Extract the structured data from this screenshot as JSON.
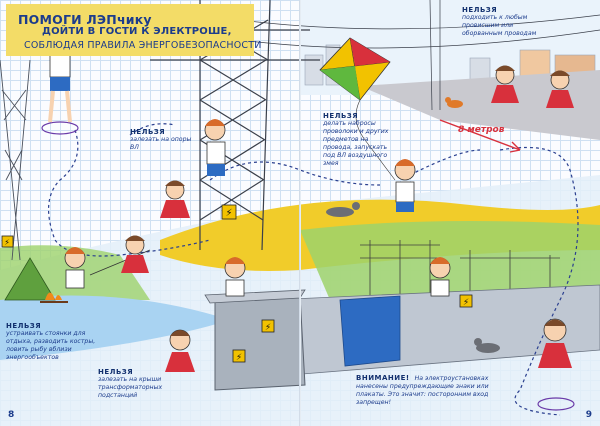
{
  "title": {
    "line1": "ПОМОГИ ЛЭПчику",
    "line2": "ДОЙТИ В ГОСТИ К ЭЛЕКТРОШЕ,",
    "line3": "СОБЛЮДАЯ ПРАВИЛА ЭНЕРГОБЕЗОПАСНОСТИ"
  },
  "notes": {
    "tower": {
      "head": "НЕЛЬЗЯ",
      "body": "залезать на опоры ВЛ"
    },
    "kite": {
      "head": "НЕЛЬЗЯ",
      "body": "делать набросы проволоки и других предметов на провода, запускать под ВЛ воздушного змея"
    },
    "wires": {
      "head": "НЕЛЬЗЯ",
      "body": "подходить к любым провисшим или оборванным проводам"
    },
    "camp": {
      "head": "НЕЛЬЗЯ",
      "body": "устраивать стоянки для отдыха, разводить костры, ловить рыбу вблизи энергообъектов"
    },
    "roofs": {
      "head": "НЕЛЬЗЯ",
      "body": "залезать на крыши трансформаторных подстанций"
    },
    "warning": {
      "head": "ВНИМАНИЕ!",
      "body": "На электроустановках нанесены предупреждающие знаки или плакаты. Это значит: посторонним вход запрещен!"
    }
  },
  "distance_label": "8 метров",
  "page_numbers": {
    "left": "8",
    "right": "9"
  },
  "colors": {
    "title_bg": "#f3dc67",
    "text": "#1c3c8c",
    "road": "#c9c9cf",
    "field": "#f1cc2a",
    "grass": "#9ed26b",
    "path": "#2a3f8f",
    "warning": "#f2c200",
    "alert": "#d8303c"
  },
  "icons": [
    "high-voltage-warning-icon",
    "kite-icon",
    "campfire-icon",
    "tent-icon",
    "dog-icon",
    "cat-icon"
  ]
}
